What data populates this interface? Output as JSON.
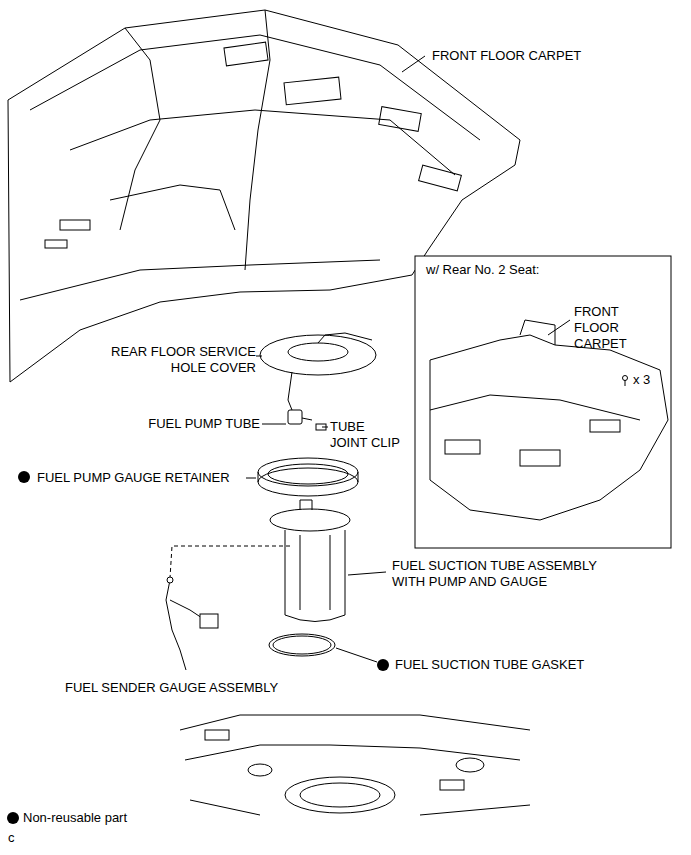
{
  "diagram": {
    "labels": [
      "FRONT FLOOR CARPET",
      "w/ Rear No. 2 Seat:",
      "FRONT FLOOR CARPET",
      "x 3",
      "REAR FLOOR SERVICE HOLE COVER",
      "FUEL PUMP TUBE",
      "TUBE JOINT CLIP",
      "FUEL PUMP GAUGE RETAINER",
      "FUEL SUCTION TUBE ASSEMBLY WITH PUMP AND GAUGE",
      "FUEL SUCTION TUBE GASKET",
      "FUEL SENDER GAUGE ASSEMBLY",
      "c"
    ],
    "legend": [
      {
        "text": "Non-reusable part"
      }
    ]
  }
}
